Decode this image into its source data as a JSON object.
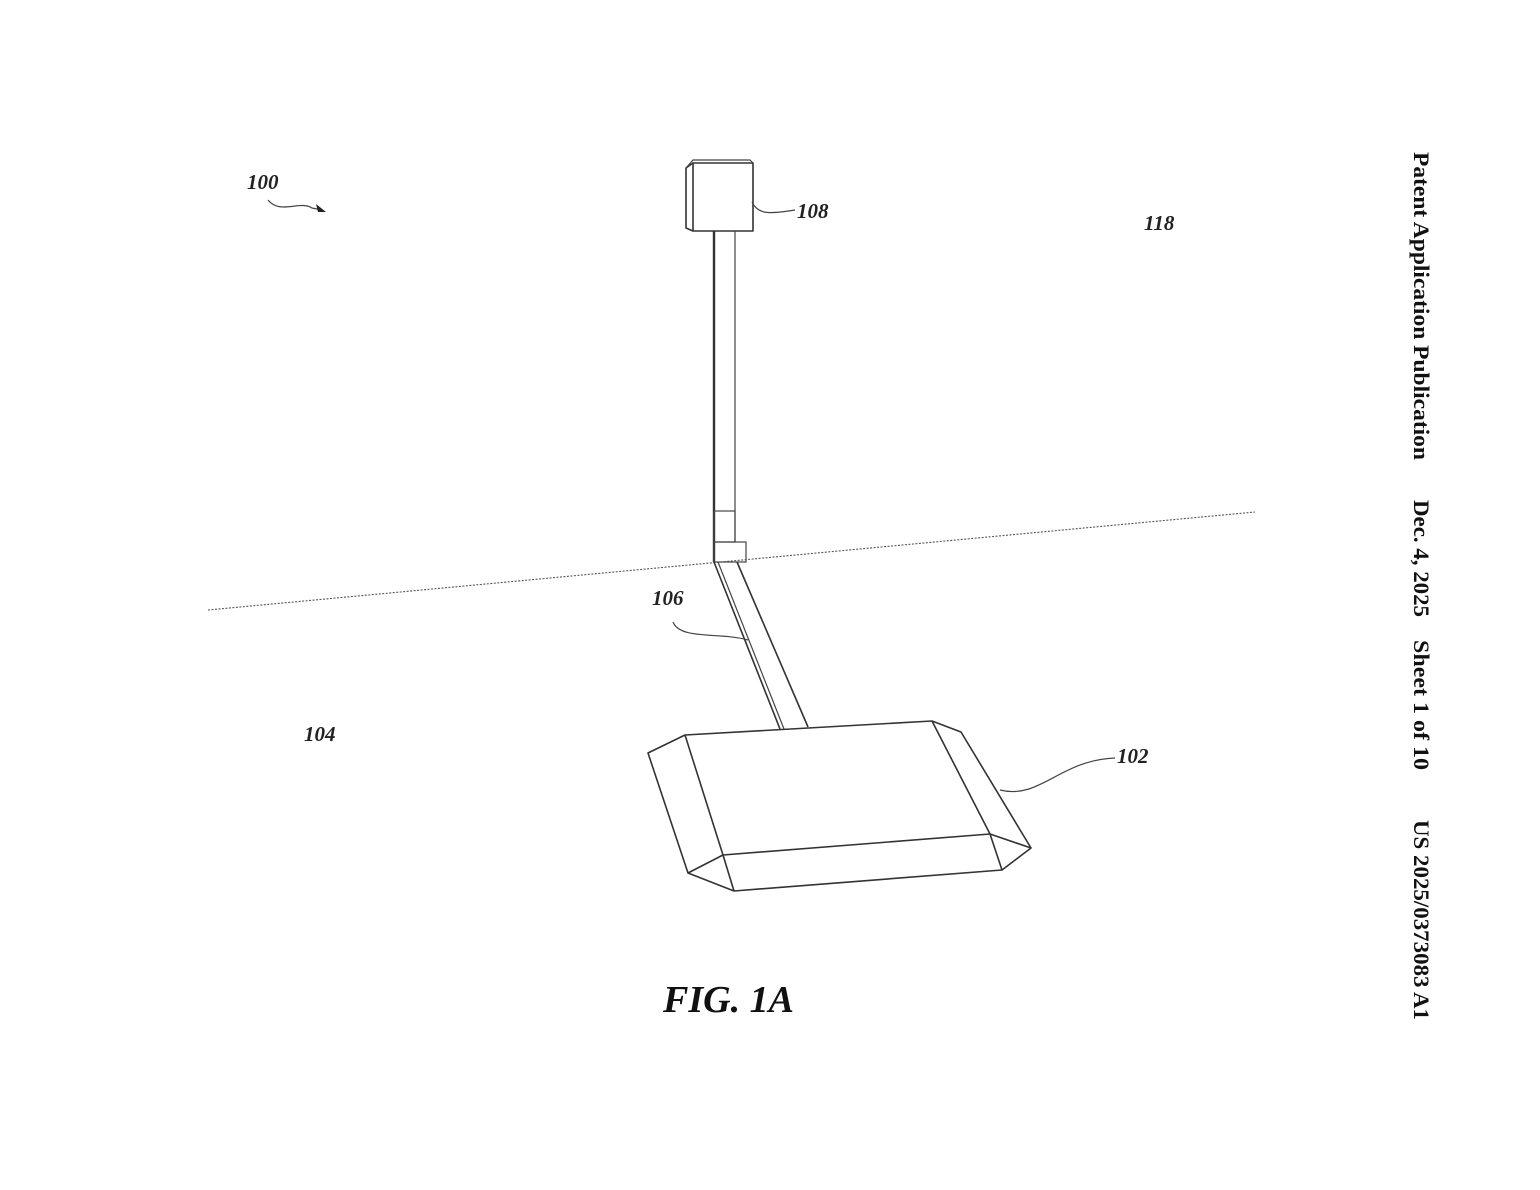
{
  "header": {
    "publication": "Patent Application Publication",
    "date": "Dec. 4, 2025",
    "sheet": "Sheet 1 of 10",
    "number": "US 2025/0373083 A1"
  },
  "figure": {
    "caption": "FIG. 1A",
    "labels": {
      "system": "100",
      "device": "102",
      "floor": "104",
      "arm": "106",
      "mount": "108",
      "ceiling": "118"
    }
  }
}
